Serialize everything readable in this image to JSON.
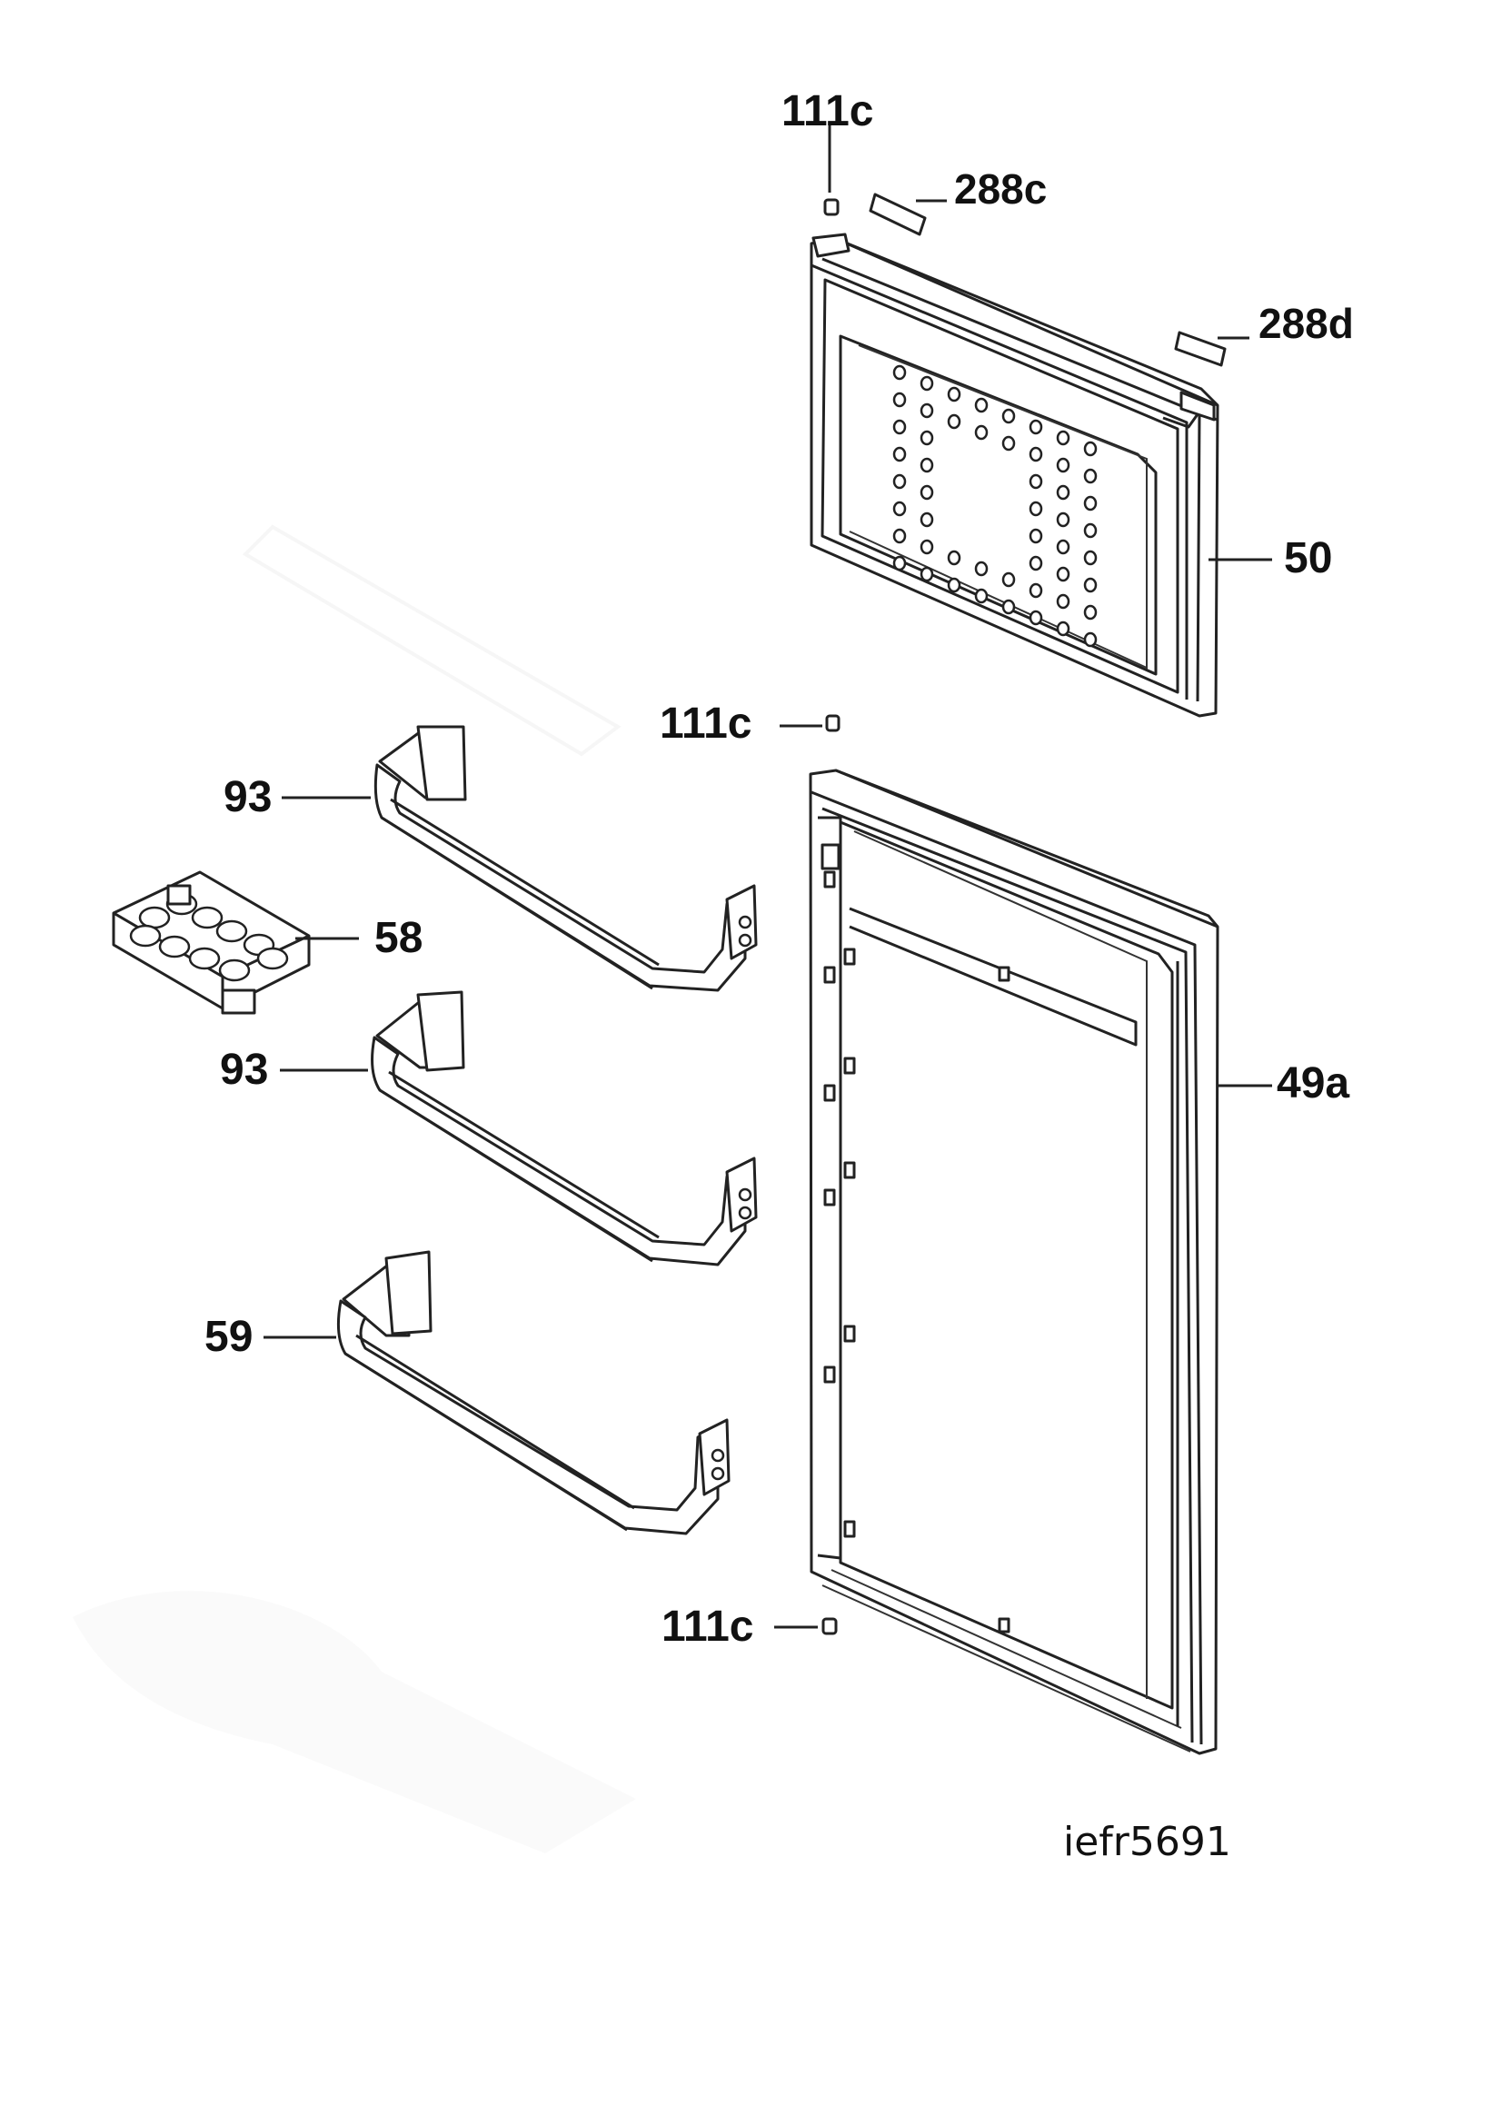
{
  "diagram": {
    "code": "iefr5691",
    "labels": {
      "screw_top": "111c",
      "label_top_left": "288c",
      "label_top_right": "288d",
      "freezer_door": "50",
      "screw_middle": "111c",
      "fridge_door": "49a",
      "shelf_upper": "93",
      "egg_tray": "58",
      "shelf_middle": "93",
      "bottle_shelf": "59",
      "screw_bottom": "111c"
    }
  }
}
